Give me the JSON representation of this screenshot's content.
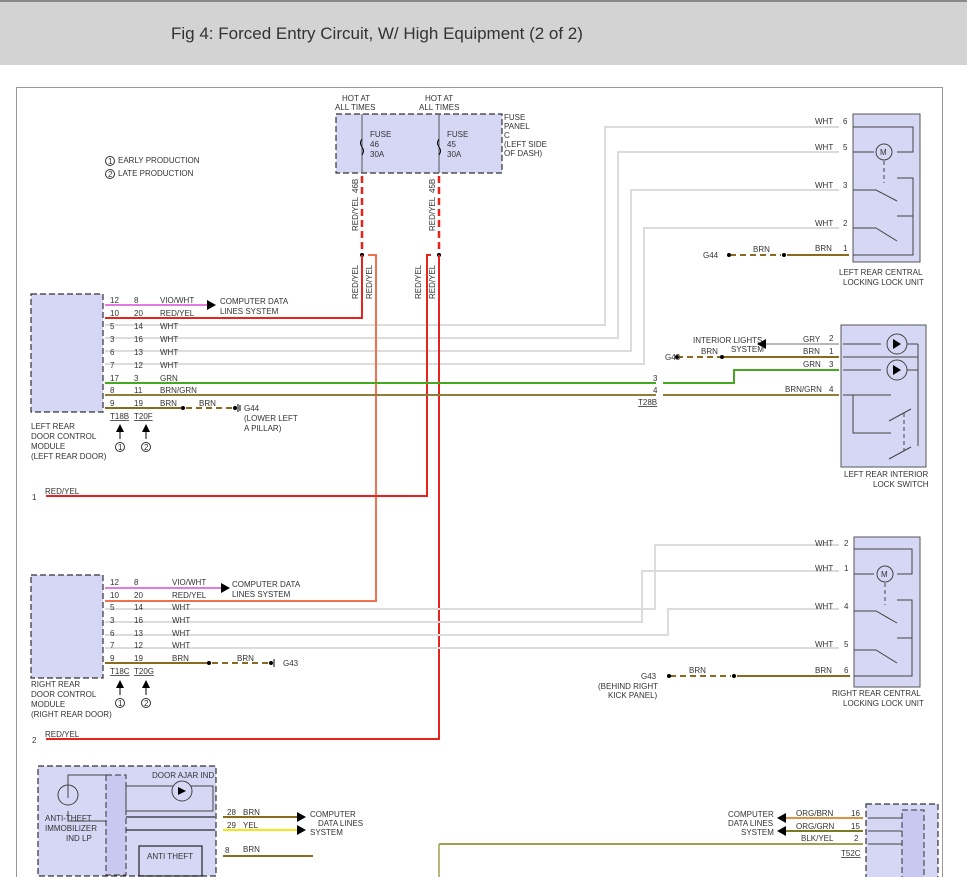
{
  "header": {
    "title": "Fig 4: Forced Entry Circuit, W/ High Equipment (2 of 2)"
  },
  "legend": {
    "items": [
      {
        "num": "1",
        "label": "EARLY PRODUCTION"
      },
      {
        "num": "2",
        "label": "LATE PRODUCTION"
      }
    ]
  },
  "fuse_panel": {
    "label_lines": [
      "FUSE",
      "PANEL",
      "C",
      "(LEFT SIDE",
      "OF DASH)"
    ],
    "hot_label_1": "HOT AT",
    "hot_label_2": "ALL TIMES",
    "fuses": [
      {
        "lines": [
          "FUSE",
          "46",
          "30A"
        ],
        "terminal": "46B",
        "wire": "RED/YEL"
      },
      {
        "lines": [
          "FUSE",
          "45",
          "30A"
        ],
        "terminal": "45B",
        "wire": "RED/YEL"
      }
    ]
  },
  "colors": {
    "module_fill": "#d6d6f5",
    "vio_wht": "#e27ae2",
    "red_yel": "#e8231b",
    "red_yel_alt": "#f07050",
    "wht": "#dcdcdc",
    "grn": "#46a820",
    "brn": "#8a6a1e",
    "brn_grn": "#8f7d3a",
    "yel": "#f5e614",
    "org": "#e09040",
    "blk_yel": "#a0a050",
    "gry": "#b8b8b8"
  },
  "left_rear_module": {
    "label_lines": [
      "LEFT REAR",
      "DOOR CONTROL",
      "MODULE",
      "(LEFT REAR DOOR)"
    ],
    "connector_1": "T18B",
    "connector_2": "T20F",
    "pins": [
      {
        "p1": "12",
        "p2": "8",
        "wire": "VIO/WHT"
      },
      {
        "p1": "10",
        "p2": "20",
        "wire": "RED/YEL"
      },
      {
        "p1": "5",
        "p2": "14",
        "wire": "WHT"
      },
      {
        "p1": "3",
        "p2": "16",
        "wire": "WHT"
      },
      {
        "p1": "6",
        "p2": "13",
        "wire": "WHT"
      },
      {
        "p1": "7",
        "p2": "12",
        "wire": "WHT"
      },
      {
        "p1": "17",
        "p2": "3",
        "wire": "GRN"
      },
      {
        "p1": "8",
        "p2": "11",
        "wire": "BRN/GRN"
      },
      {
        "p1": "9",
        "p2": "19",
        "wire": "BRN"
      }
    ],
    "data_lines_label": [
      "COMPUTER DATA",
      "LINES SYSTEM"
    ],
    "ground_wire": "BRN",
    "ground": "G44",
    "ground_loc": [
      "(LOWER LEFT",
      "A PILLAR)"
    ]
  },
  "right_rear_module": {
    "label_lines": [
      "RIGHT REAR",
      "DOOR CONTROL",
      "MODULE",
      "(RIGHT REAR DOOR)"
    ],
    "connector_1": "T18C",
    "connector_2": "T20G",
    "pins": [
      {
        "p1": "12",
        "p2": "8",
        "wire": "VIO/WHT"
      },
      {
        "p1": "10",
        "p2": "20",
        "wire": "RED/YEL"
      },
      {
        "p1": "5",
        "p2": "14",
        "wire": "WHT"
      },
      {
        "p1": "3",
        "p2": "16",
        "wire": "WHT"
      },
      {
        "p1": "6",
        "p2": "13",
        "wire": "WHT"
      },
      {
        "p1": "7",
        "p2": "12",
        "wire": "WHT"
      },
      {
        "p1": "9",
        "p2": "19",
        "wire": "BRN"
      }
    ],
    "data_lines_label": [
      "COMPUTER DATA",
      "LINES SYSTEM"
    ],
    "ground_wire": "BRN",
    "ground": "G43"
  },
  "left_rear_lock_unit": {
    "label_lines": [
      "LEFT REAR CENTRAL",
      "LOCKING LOCK UNIT"
    ],
    "pins": [
      {
        "pin": "6",
        "wire": "WHT"
      },
      {
        "pin": "5",
        "wire": "WHT"
      },
      {
        "pin": "3",
        "wire": "WHT"
      },
      {
        "pin": "2",
        "wire": "WHT"
      },
      {
        "pin": "1",
        "wire": "BRN"
      }
    ],
    "ground": "G44",
    "ground_wire": "BRN",
    "motor": "M"
  },
  "left_rear_lock_switch": {
    "label_lines": [
      "LEFT REAR INTERIOR",
      "LOCK SWITCH"
    ],
    "pins": [
      {
        "pin": "2",
        "wire": "GRY"
      },
      {
        "pin": "1",
        "wire": "BRN"
      },
      {
        "pin": "3",
        "wire": "GRN"
      },
      {
        "pin": "4",
        "wire": "BRN/GRN"
      }
    ],
    "interior_lights_label": [
      "INTERIOR LIGHTS",
      "SYSTEM"
    ],
    "ground": "G43",
    "ground_wire": "BRN",
    "inline_connector": "T28B",
    "inline_pins": [
      "3",
      "4"
    ]
  },
  "right_rear_lock_unit": {
    "label_lines": [
      "RIGHT REAR CENTRAL",
      "LOCKING LOCK UNIT"
    ],
    "pins": [
      {
        "pin": "2",
        "wire": "WHT"
      },
      {
        "pin": "1",
        "wire": "WHT"
      },
      {
        "pin": "4",
        "wire": "WHT"
      },
      {
        "pin": "5",
        "wire": "WHT"
      },
      {
        "pin": "6",
        "wire": "BRN"
      }
    ],
    "ground": "G43",
    "ground_wire": "BRN",
    "ground_loc": [
      "(BEHIND RIGHT",
      "KICK PANEL)"
    ],
    "motor": "M"
  },
  "splice_lines": [
    {
      "num": "1",
      "wire": "RED/YEL"
    },
    {
      "num": "2",
      "wire": "RED/YEL"
    }
  ],
  "anti_theft": {
    "label_lines": [
      "ANTI-THEFT",
      "IMMOBILIZER",
      "IND LP"
    ],
    "door_ajar": "DOOR AJAR IND",
    "inner_box": "ANTI THEFT",
    "pins": [
      {
        "pin": "28",
        "wire": "BRN"
      },
      {
        "pin": "29",
        "wire": "YEL"
      },
      {
        "pin": "8",
        "wire": "BRN"
      }
    ],
    "data_lines_label": [
      "COMPUTER",
      "DATA LINES",
      "SYSTEM"
    ]
  },
  "t52c_module": {
    "connector": "T52C",
    "pins": [
      {
        "pin": "16",
        "wire": "ORG/BRN"
      },
      {
        "pin": "15",
        "wire": "ORG/GRN"
      },
      {
        "pin": "2",
        "wire": "BLK/YEL"
      }
    ],
    "data_lines_label": [
      "COMPUTER",
      "DATA LINES",
      "SYSTEM"
    ]
  }
}
